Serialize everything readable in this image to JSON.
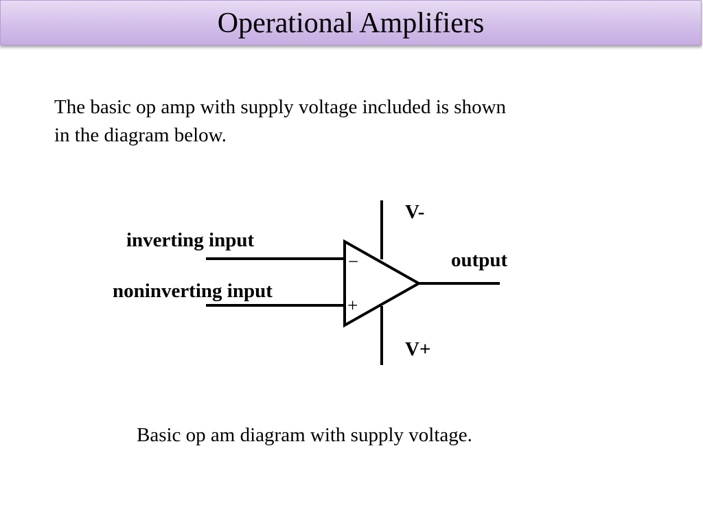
{
  "slide": {
    "title": "Operational Amplifiers",
    "body_lines": [
      "The basic op amp with supply voltage included is shown",
      "in the diagram below."
    ],
    "caption": "Basic op am diagram with supply voltage."
  },
  "diagram": {
    "labels": {
      "inverting_input": "inverting input",
      "noninverting_input": "noninverting input",
      "output": "output",
      "v_minus": "V-",
      "v_plus": "V+",
      "minus_sign": "−",
      "plus_sign": "+"
    }
  },
  "colors": {
    "title_bar_top": "#e8dcf3",
    "title_bar_bottom": "#c6ade2",
    "line": "#000000"
  }
}
